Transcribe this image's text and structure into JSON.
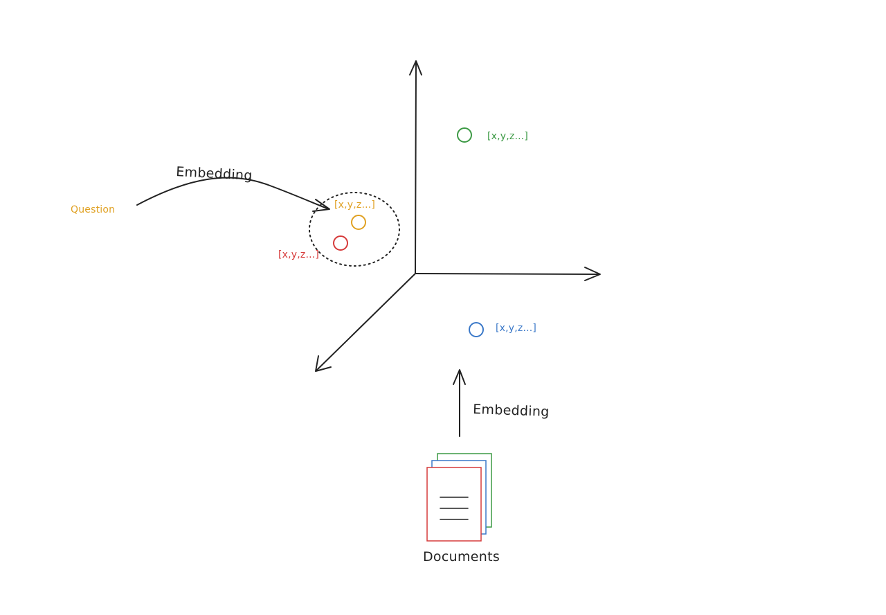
{
  "question": {
    "label": "Question",
    "color": "#e0a123"
  },
  "question_arrow": {
    "label": "Embedding",
    "color": "#222222"
  },
  "vectors": {
    "green": {
      "label": "[x,y,z...]",
      "color": "#3d9a45"
    },
    "orange": {
      "label": "[x,y,z...]",
      "color": "#e0a123"
    },
    "red": {
      "label": "[x,y,z...]",
      "color": "#d63a3a"
    },
    "blue": {
      "label": "[x,y,z...]",
      "color": "#3a78c8"
    }
  },
  "documents_arrow": {
    "label": "Embedding",
    "color": "#222222"
  },
  "documents": {
    "label": "Documents",
    "page_colors": [
      "#3d9a45",
      "#3a78c8",
      "#d63a3a"
    ]
  },
  "axes": {
    "color": "#222222"
  }
}
